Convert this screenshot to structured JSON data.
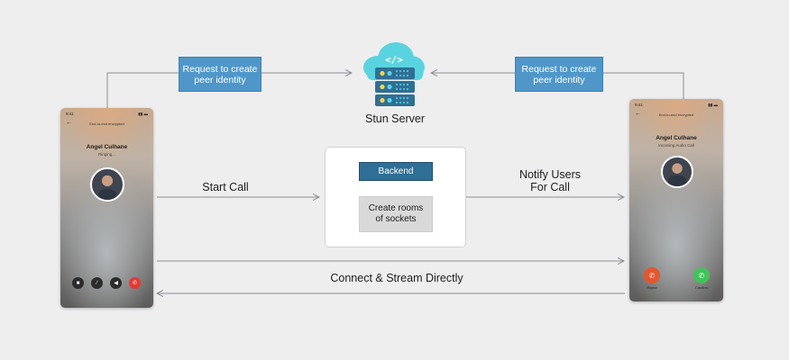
{
  "stun_server": {
    "label": "Stun Server",
    "code_glyph": "</>",
    "colors": {
      "cloud": "#5ad3e0",
      "rack": "#2f6f95",
      "led_yellow": "#f6d34c",
      "led_cyan": "#5ad3e0"
    }
  },
  "requests": {
    "left": "Request to create\npeer identity",
    "right": "Request to create\npeer identity"
  },
  "backend_card": {
    "backend_label": "Backend",
    "rooms_label": "Create rooms\nof sockets"
  },
  "flows": {
    "start_call": "Start Call",
    "notify_users": "Notify Users\nFor Call",
    "connect_stream": "Connect & Stream Directly"
  },
  "caller_phone": {
    "time": "9:41",
    "encryption": "End-to-end encrypted",
    "contact_name": "Angel Culhane",
    "call_status": "Ringing...",
    "controls": [
      "camera-icon",
      "mute-icon",
      "speaker-icon",
      "end-call-icon"
    ]
  },
  "receiver_phone": {
    "time": "9:41",
    "encryption": "End-to-end encrypted",
    "contact_name": "Angel Culhane",
    "call_status": "Incoming Audio Call",
    "reject_label": "Reject",
    "confirm_label": "Confirm"
  },
  "colors": {
    "arrow": "#8a8d91",
    "request_box": "#4f97c9",
    "reject": "#e4572e",
    "confirm": "#43c25a",
    "end_call": "#e53935"
  }
}
